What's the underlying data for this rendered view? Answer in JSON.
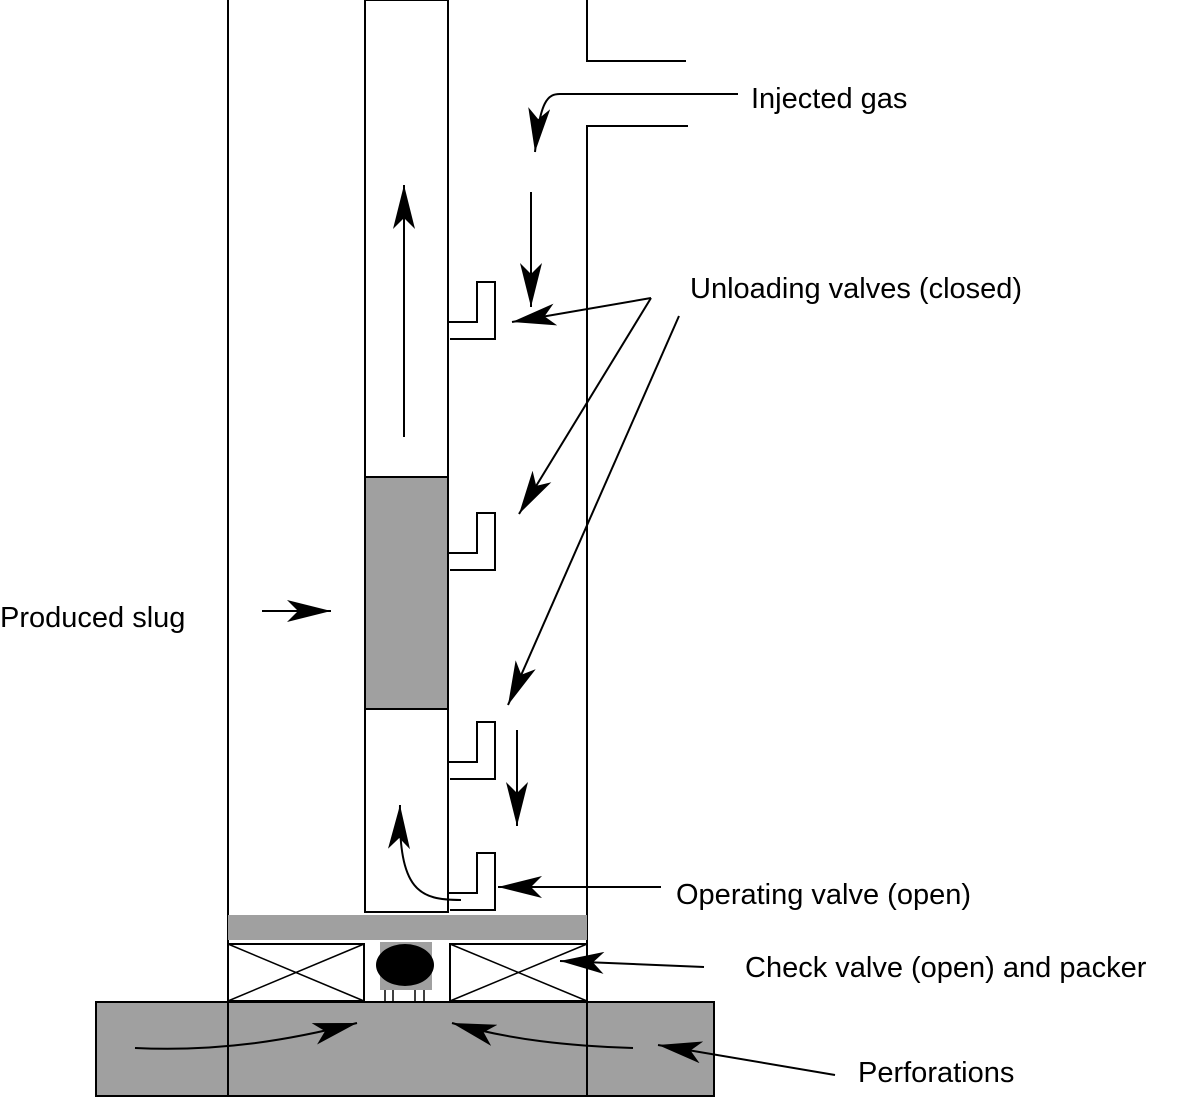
{
  "labels": {
    "injected_gas": "Injected gas",
    "unloading_valves": "Unloading valves (closed)",
    "produced_slug": "Produced slug",
    "operating_valve": "Operating valve (open)",
    "check_valve": "Check valve (open) and packer",
    "perforations": "Perforations"
  },
  "colors": {
    "slug_fill": "#a0a0a0",
    "line": "#000000",
    "background": "#ffffff"
  }
}
